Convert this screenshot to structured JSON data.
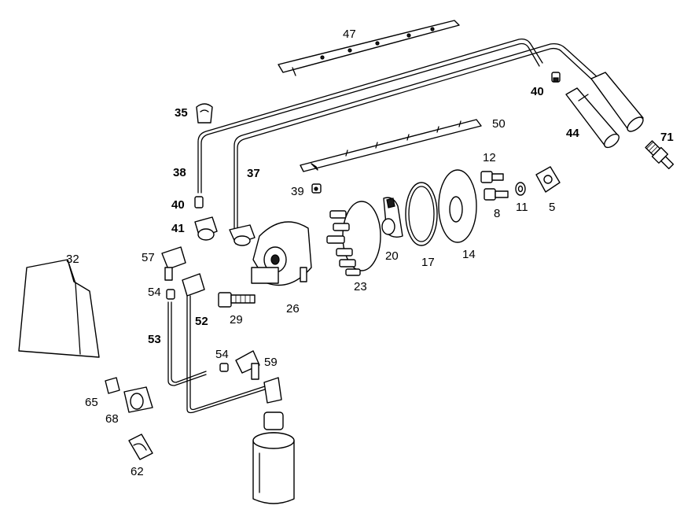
{
  "callouts": {
    "p47": "47",
    "p40a": "40",
    "p35": "35",
    "p50": "50",
    "p44": "44",
    "p71": "71",
    "p38": "38",
    "p37": "37",
    "p12": "12",
    "p39": "39",
    "p40b": "40",
    "p8": "8",
    "p11": "11",
    "p5": "5",
    "p41": "41",
    "p20": "20",
    "p17": "17",
    "p14": "14",
    "p32": "32",
    "p57": "57",
    "p23": "23",
    "p54a": "54",
    "p26": "26",
    "p29": "29",
    "p52": "52",
    "p53": "53",
    "p54b": "54",
    "p59": "59",
    "p65": "65",
    "p68": "68",
    "p62": "62"
  }
}
